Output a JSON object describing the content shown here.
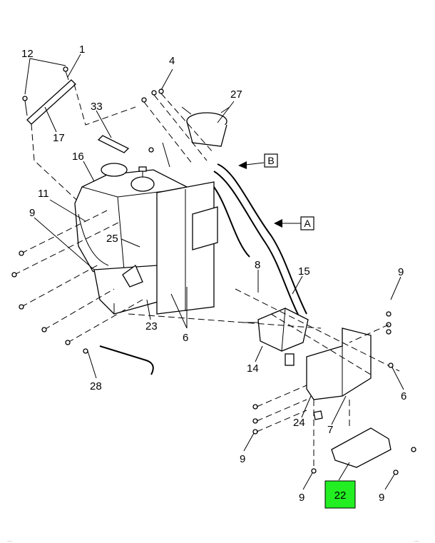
{
  "callouts": {
    "c1": "1",
    "c12": "12",
    "c17": "17",
    "c33": "33",
    "c16": "16",
    "c4": "4",
    "c27": "27",
    "c11": "11",
    "c9a": "9",
    "c25": "25",
    "c8": "8",
    "c15": "15",
    "c9b": "9",
    "c23": "23",
    "c6a": "6",
    "c14": "14",
    "c28": "28",
    "c6b": "6",
    "c24": "24",
    "c7": "7",
    "c9c": "9",
    "c9d": "9",
    "c9e": "9",
    "c22": "22"
  },
  "views": {
    "b": "B",
    "a": "A"
  },
  "highlight": {
    "color": "#22ee22",
    "part": "22"
  },
  "footer": {
    "left": "...",
    "right": "..."
  }
}
